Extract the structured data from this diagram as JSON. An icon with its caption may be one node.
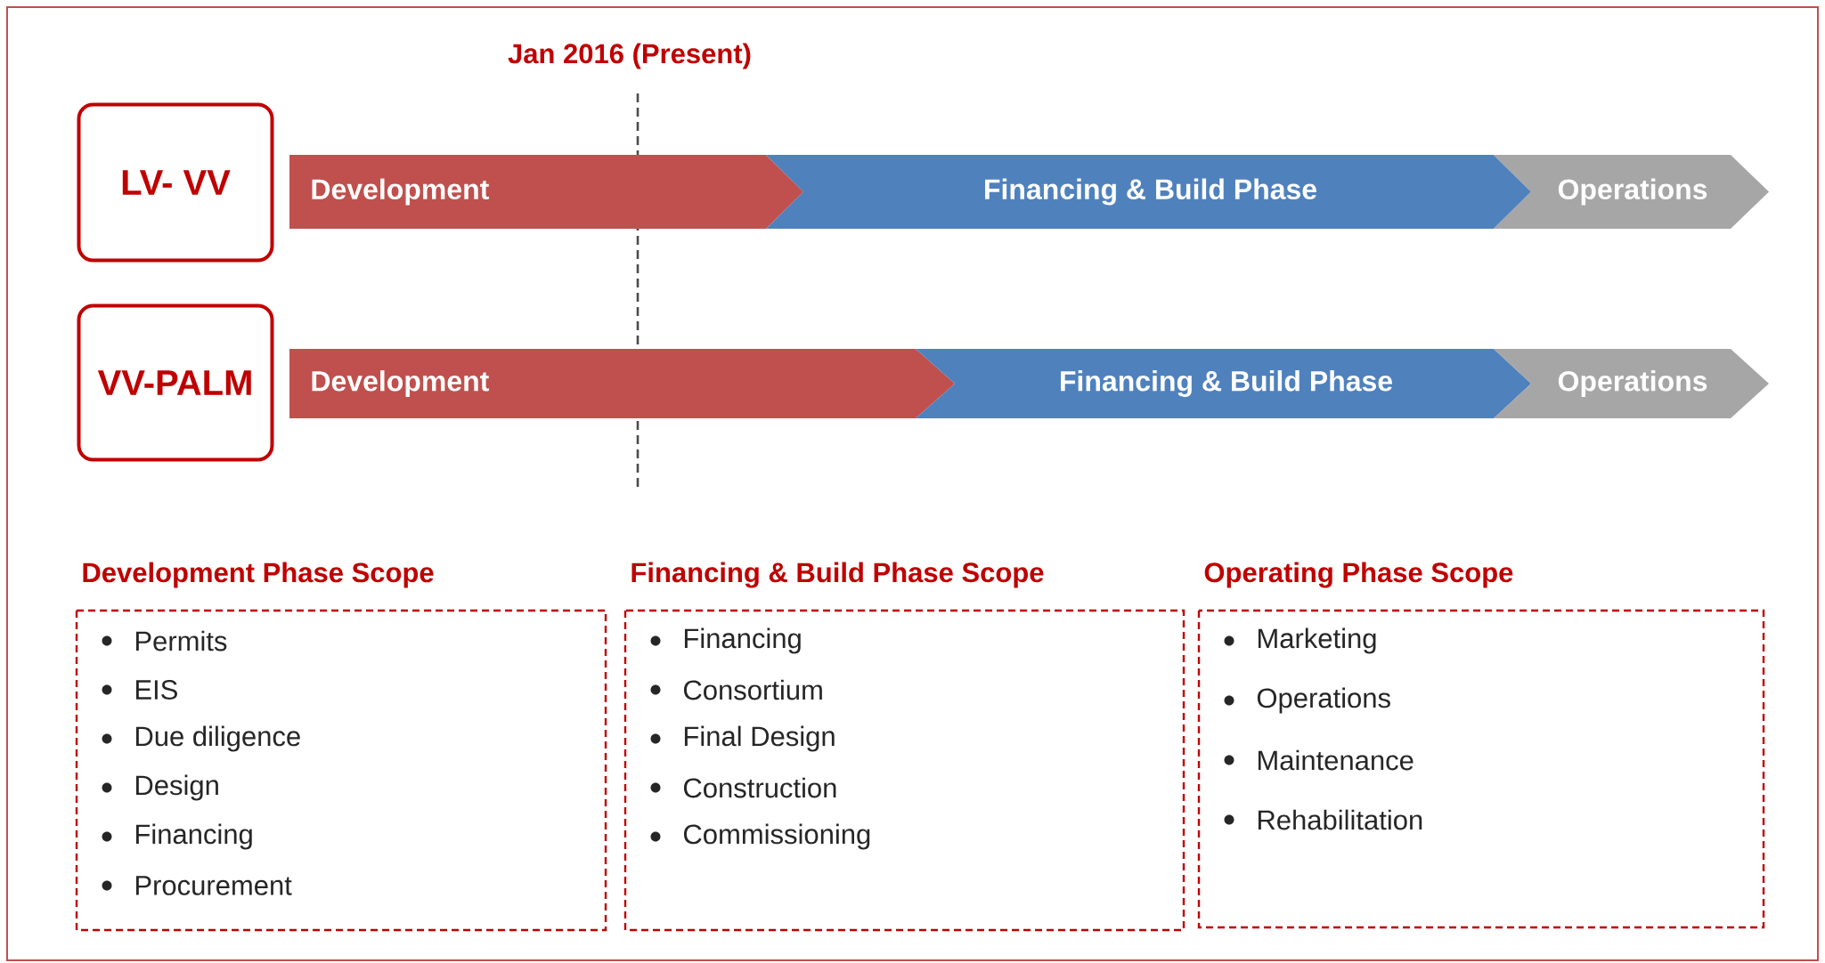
{
  "diagram": {
    "nodes": [
      {
        "text": [
          "LV- VV"
        ]
      },
      {
        "text": [
          "Development"
        ]
      },
      {
        "text": [
          "Financing & Build Phase"
        ]
      },
      {
        "text": [
          "Operations"
        ]
      },
      {
        "text": [
          "VV-PALM"
        ]
      },
      {
        "text": [
          "Development"
        ]
      },
      {
        "text": [
          "Financing & Build Phase"
        ]
      },
      {
        "text": [
          "Operations"
        ]
      },
      {
        "text": [
          "Development Phase Scope",
          "Permits",
          "EIS",
          "Due diligence",
          "Design",
          "Financing",
          "Procurement"
        ]
      },
      {
        "text": [
          "Financing & Build Phase Scope",
          "Financing",
          "Consortium",
          "Final Design",
          "Construction",
          "Commissioning"
        ]
      },
      {
        "text": [
          "Operating Phase Scope",
          "Marketing",
          "Operations",
          "Maintenance",
          "Rehabilitation"
        ]
      }
    ],
    "labels": [
      "Jan 2016 (Present)"
    ]
  }
}
